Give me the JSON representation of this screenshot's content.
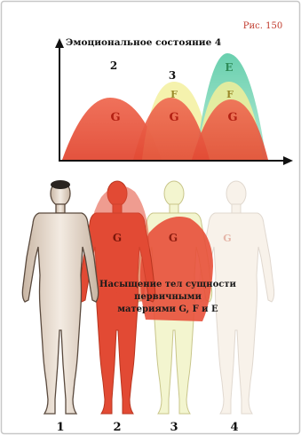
{
  "figure_label": "Рис. 150",
  "chart": {
    "title": "Эмоциональное состояние 4",
    "stage_numbers": [
      "2",
      "3"
    ],
    "humps": {
      "G": [
        "G",
        "G",
        "G"
      ],
      "F": [
        "F",
        "F"
      ],
      "E": "E"
    }
  },
  "bodies": {
    "labels": [
      "G",
      "G",
      "G"
    ],
    "numbers": [
      "1",
      "2",
      "3",
      "4"
    ]
  },
  "caption_lines": [
    "Насыщение тел сущности первичными",
    "материями G, F и E"
  ],
  "colors": {
    "G_red": "#e8503a",
    "F_yellow": "#f2ee9a",
    "E_teal": "#7fd6b0",
    "frame": "#c7c7c7",
    "title_red": "#c0392b"
  }
}
